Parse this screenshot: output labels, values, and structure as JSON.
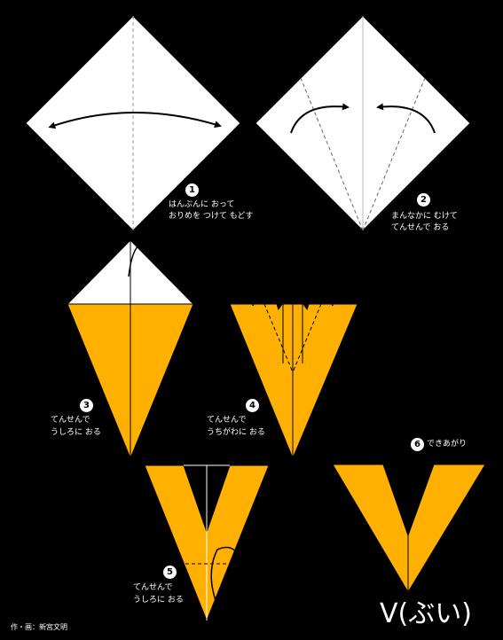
{
  "colors": {
    "background": "#000000",
    "paper_front": "#ffffff",
    "paper_back": "#ffb000",
    "line": "#000000"
  },
  "steps": [
    {
      "number": "1",
      "lines": [
        "はんぶんに おって",
        "おりめを つけて もどす"
      ]
    },
    {
      "number": "2",
      "lines": [
        "まんなかに むけて",
        "てんせんで おる"
      ]
    },
    {
      "number": "3",
      "lines": [
        "てんせんで",
        "うしろに おる"
      ]
    },
    {
      "number": "4",
      "lines": [
        "てんせんで",
        "うちがわに おる"
      ]
    },
    {
      "number": "5",
      "lines": [
        "てんせんで",
        "うしろに おる"
      ]
    },
    {
      "number": "6",
      "lines": [
        "できあがり"
      ]
    }
  ],
  "result_title": "V(ぶい)",
  "credit": "作・画：新宮文明"
}
